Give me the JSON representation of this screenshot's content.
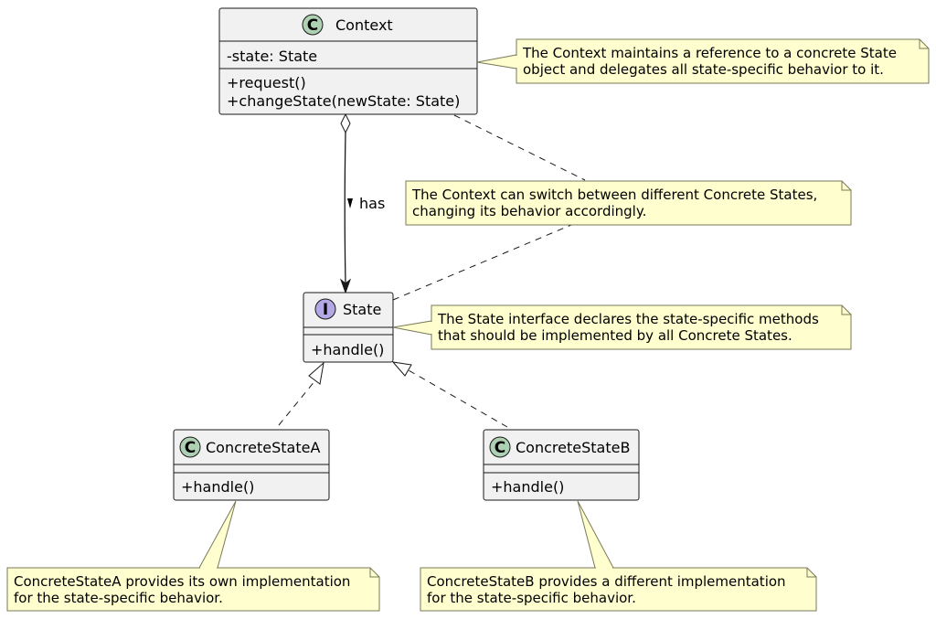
{
  "classes": {
    "context": {
      "stereotype_letter": "C",
      "name": "Context",
      "attributes": [
        "-state: State"
      ],
      "methods": [
        "+request()",
        "+changeState(newState: State)"
      ],
      "badge_color": "#add1b2"
    },
    "state": {
      "stereotype_letter": "I",
      "name": "State",
      "attributes": [],
      "methods": [
        "+handle()"
      ],
      "badge_color": "#b4a7e5"
    },
    "concrete_a": {
      "stereotype_letter": "C",
      "name": "ConcreteStateA",
      "attributes": [],
      "methods": [
        "+handle()"
      ],
      "badge_color": "#add1b2"
    },
    "concrete_b": {
      "stereotype_letter": "C",
      "name": "ConcreteStateB",
      "attributes": [],
      "methods": [
        "+handle()"
      ],
      "badge_color": "#add1b2"
    }
  },
  "relations": {
    "context_state_label": "has"
  },
  "notes": {
    "context_note": [
      "The Context maintains a reference to a concrete State",
      "object and delegates all state-specific behavior to it."
    ],
    "switch_note": [
      "The Context can switch between different Concrete States,",
      "changing its behavior accordingly."
    ],
    "state_note": [
      "The State interface declares the state-specific methods",
      "that should be implemented by all Concrete States."
    ],
    "a_note": [
      "ConcreteStateA provides its own implementation",
      "for the state-specific behavior."
    ],
    "b_note": [
      "ConcreteStateB provides a different implementation",
      "for the state-specific behavior."
    ]
  },
  "colors": {
    "class_fill": "#f1f1f1",
    "note_fill": "#fefece"
  }
}
